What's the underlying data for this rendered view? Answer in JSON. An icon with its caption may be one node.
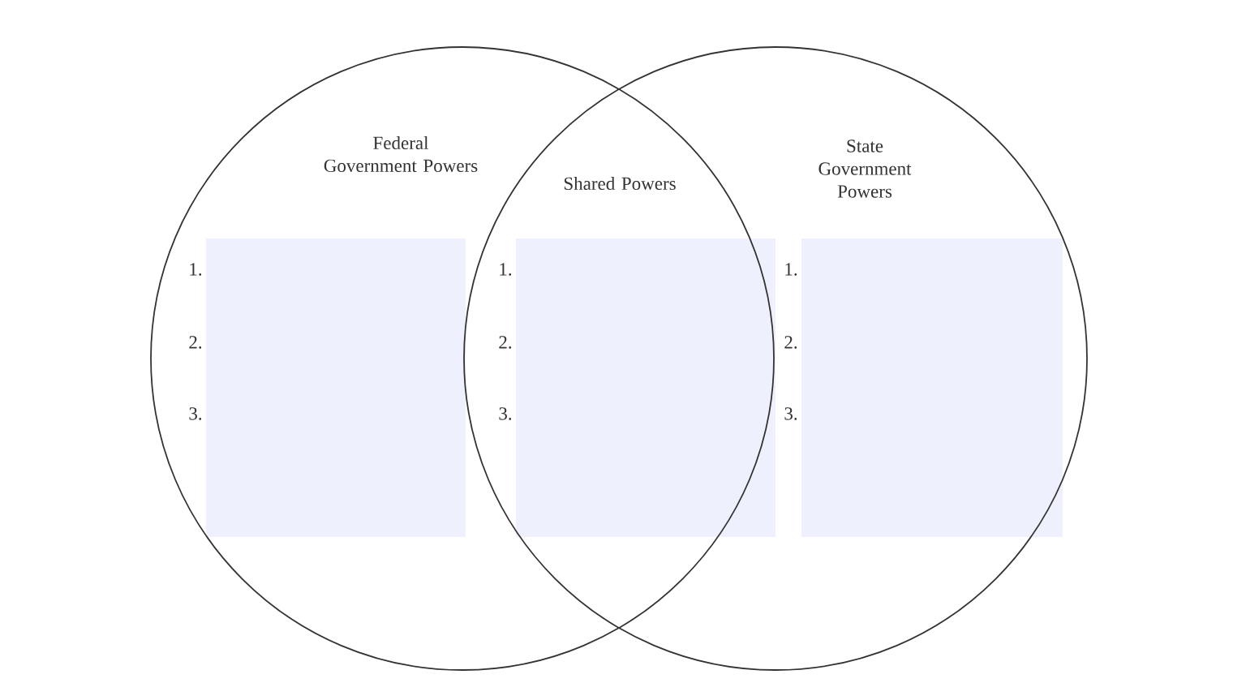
{
  "diagram": {
    "nodes": [
      {
        "text": [
          "Federal Government Powers"
        ]
      },
      {
        "text": [
          "State Government Powers"
        ]
      },
      {
        "text": [],
        "shape": "box",
        "beside": [
          "1.",
          "2.",
          "3."
        ],
        "in": 0
      },
      {
        "text": [],
        "shape": "box",
        "beside": [
          "1.",
          "2.",
          "3."
        ]
      },
      {
        "text": [],
        "shape": "box",
        "beside": [
          "1.",
          "2.",
          "3."
        ],
        "in": 1
      }
    ],
    "edges": [],
    "labels": [
      "Shared Powers"
    ]
  }
}
